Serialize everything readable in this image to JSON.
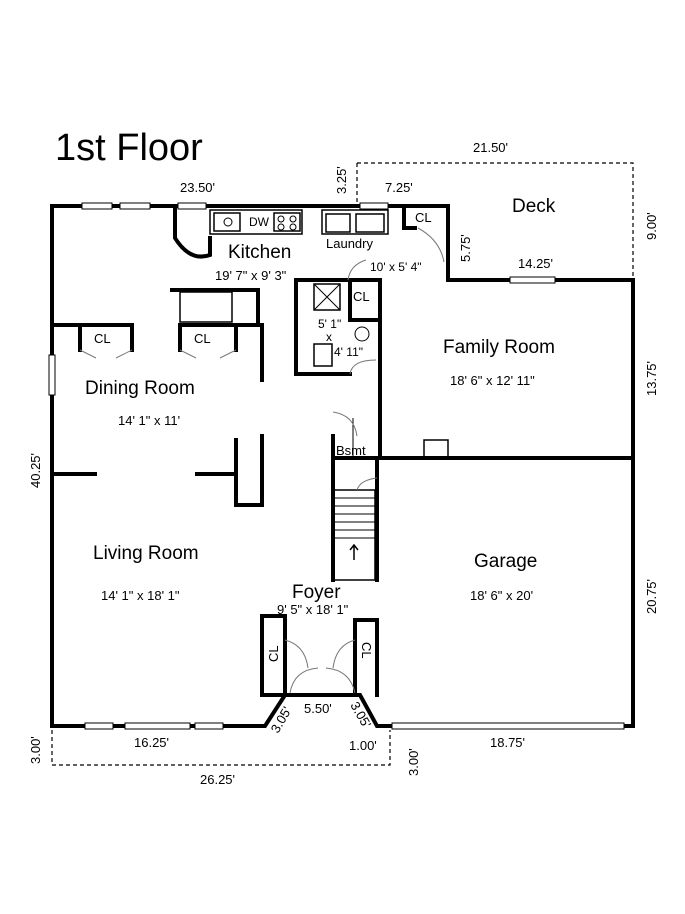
{
  "title": "1st Floor",
  "rooms": {
    "kitchen": {
      "name": "Kitchen",
      "size": "19' 7\" x 9' 3\""
    },
    "dining": {
      "name": "Dining Room",
      "size": "14' 1\" x 11'"
    },
    "living": {
      "name": "Living Room",
      "size": "14' 1\" x 18' 1\""
    },
    "family": {
      "name": "Family Room",
      "size": "18' 6\" x 12' 11\""
    },
    "garage": {
      "name": "Garage",
      "size": "18' 6\" x 20'"
    },
    "foyer": {
      "name": "Foyer",
      "size": "9' 5\" x 18' 1\""
    },
    "deck": {
      "name": "Deck"
    },
    "laundry": {
      "name": "Laundry",
      "size": "10' x 5' 4\""
    },
    "bath": {
      "size_w": "5' 1\"",
      "size_x": "x",
      "size_h": "4' 11\""
    },
    "bsmt": {
      "name": "Bsmt"
    }
  },
  "labels": {
    "cl": "CL",
    "dw": "DW"
  },
  "dimensions": {
    "top_left": "23.50'",
    "top_mid": "3.25'",
    "top_laundry": "7.25'",
    "deck_width": "21.50'",
    "deck_depth": "9.00'",
    "deck_step": "5.75'",
    "family_top": "14.25'",
    "family_side": "13.75'",
    "left_side": "40.25'",
    "garage_side": "20.75'",
    "bottom_left": "16.25'",
    "bottom_front": "5.50'",
    "bay_left": "3.05'",
    "bay_right": "3.05'",
    "porch_step": "1.00'",
    "garage_bottom": "18.75'",
    "porch_width": "26.25'",
    "porch_depth": "3.00'",
    "garage_front": "3.00'"
  }
}
